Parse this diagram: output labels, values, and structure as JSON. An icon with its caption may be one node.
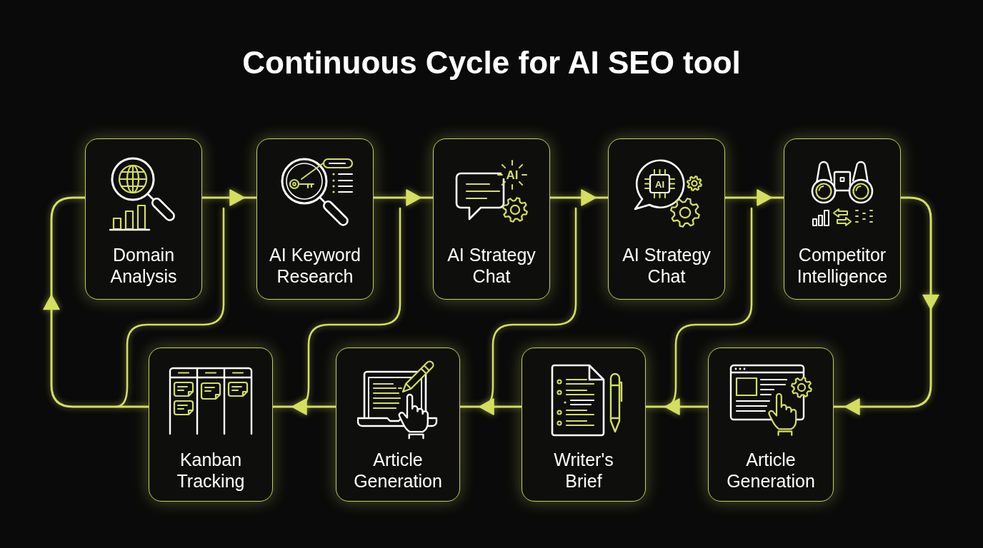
{
  "diagram": {
    "title": "Continuous Cycle for AI SEO tool",
    "nodes": [
      {
        "text": [
          "Domain Analysis"
        ]
      },
      {
        "text": [
          "AI Keyword Research"
        ]
      },
      {
        "text": [
          "AI Strategy Chat"
        ]
      },
      {
        "text": [
          "AI Strategy Chat"
        ]
      },
      {
        "text": [
          "Competitor Intelligence"
        ]
      },
      {
        "text": [
          "Kanban Tracking"
        ]
      },
      {
        "text": [
          "Article Generation"
        ]
      },
      {
        "text": [
          "Writer's Brief"
        ]
      },
      {
        "text": [
          "Article Generation"
        ]
      }
    ],
    "edges": [
      {
        "from": 0,
        "to": 1,
        "arrow": "to"
      },
      {
        "from": 1,
        "to": 2,
        "arrow": "to"
      },
      {
        "from": 2,
        "to": 3,
        "arrow": "to"
      },
      {
        "from": 3,
        "to": 4,
        "arrow": "to"
      },
      {
        "from": 4,
        "to": 8,
        "arrow": "to"
      },
      {
        "from": 8,
        "to": 7,
        "arrow": "to"
      },
      {
        "from": 7,
        "to": 6,
        "arrow": "to"
      },
      {
        "from": 6,
        "to": 5,
        "arrow": "to"
      },
      {
        "from": 5,
        "to": 0,
        "arrow": "to"
      }
    ],
    "labels": [
      "AI",
      "AI"
    ]
  }
}
